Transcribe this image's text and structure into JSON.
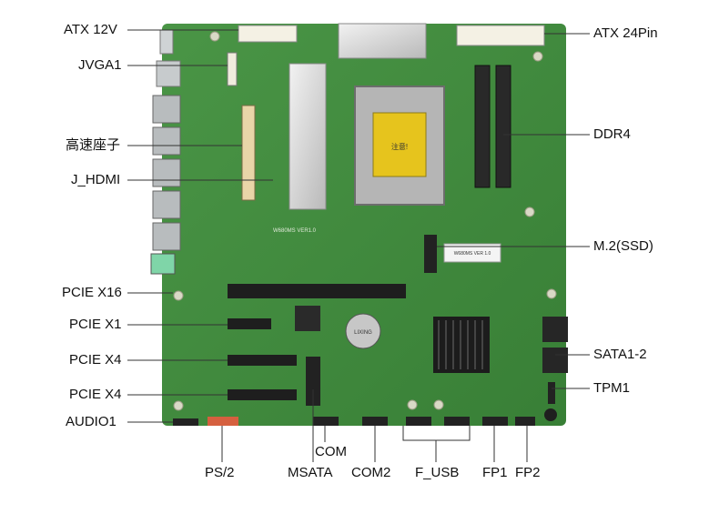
{
  "labels": {
    "atx12v": "ATX 12V",
    "jvga1": "JVGA1",
    "hs_connector": "高速座子",
    "j_hdmi": "J_HDMI",
    "pcie_x16": "PCIE X16",
    "pcie_x1": "PCIE X1",
    "pcie_x4_a": "PCIE X4",
    "pcie_x4_b": "PCIE X4",
    "audio1": "AUDIO1",
    "atx24pin": "ATX 24Pin",
    "ddr4": "DDR4",
    "m2ssd": "M.2(SSD)",
    "sata12": "SATA1-2",
    "tpm1": "TPM1",
    "ps2": "PS/2",
    "com": "COM",
    "msata": "MSATA",
    "com2": "COM2",
    "f_usb": "F_USB",
    "fp1": "FP1",
    "fp2": "FP2"
  },
  "board": {
    "pcb_color": "#3f8a3d",
    "silkscreen_model": "W680MS VER1.0",
    "label_model": "W680MS VER 1.0",
    "battery_text": "LIXING",
    "cpu_warning_text": "注意!"
  }
}
